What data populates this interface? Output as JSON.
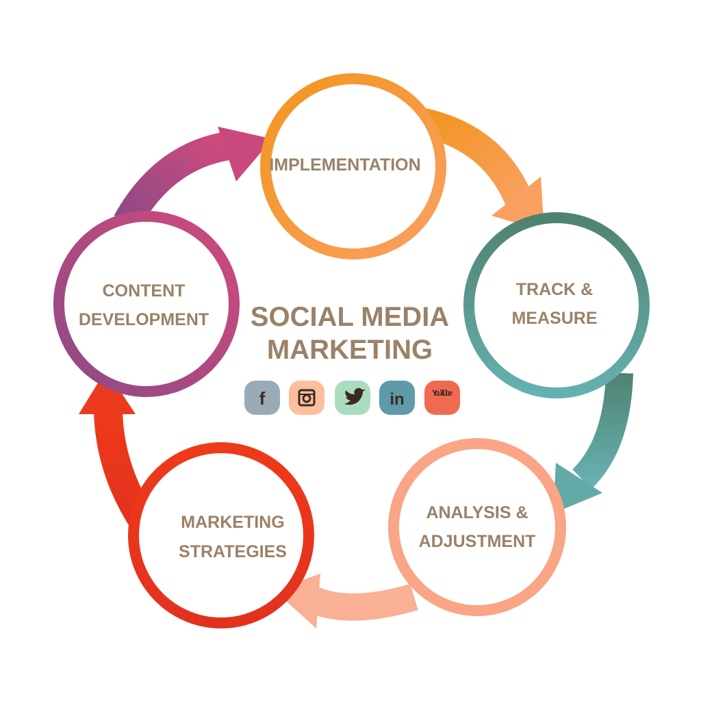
{
  "title": {
    "line1": "SOCIAL MEDIA",
    "line2": "MARKETING"
  },
  "steps": [
    {
      "line1": "IMPLEMENTATION",
      "line2": "",
      "color": "#f39520"
    },
    {
      "line1": "TRACK &",
      "line2": "MEASURE",
      "color": "#4f8a78"
    },
    {
      "line1": "ANALYSIS &",
      "line2": "ADJUSTMENT",
      "color": "#f9a586"
    },
    {
      "line1": "MARKETING",
      "line2": "STRATEGIES",
      "color": "#e2321e"
    },
    {
      "line1": "CONTENT",
      "line2": "DEVELOPMENT",
      "color": "#8e4a86"
    }
  ],
  "social_icons": [
    {
      "name": "facebook-icon",
      "glyph": "f",
      "color": "#9aabb8"
    },
    {
      "name": "instagram-icon",
      "glyph": "",
      "color": "#fdbe9e"
    },
    {
      "name": "twitter-icon",
      "glyph": "",
      "color": "#acdcc0"
    },
    {
      "name": "linkedin-icon",
      "glyph": "in",
      "color": "#5e9aa8"
    },
    {
      "name": "youtube-icon",
      "glyph": "You Tube",
      "color": "#ef6a50"
    }
  ]
}
